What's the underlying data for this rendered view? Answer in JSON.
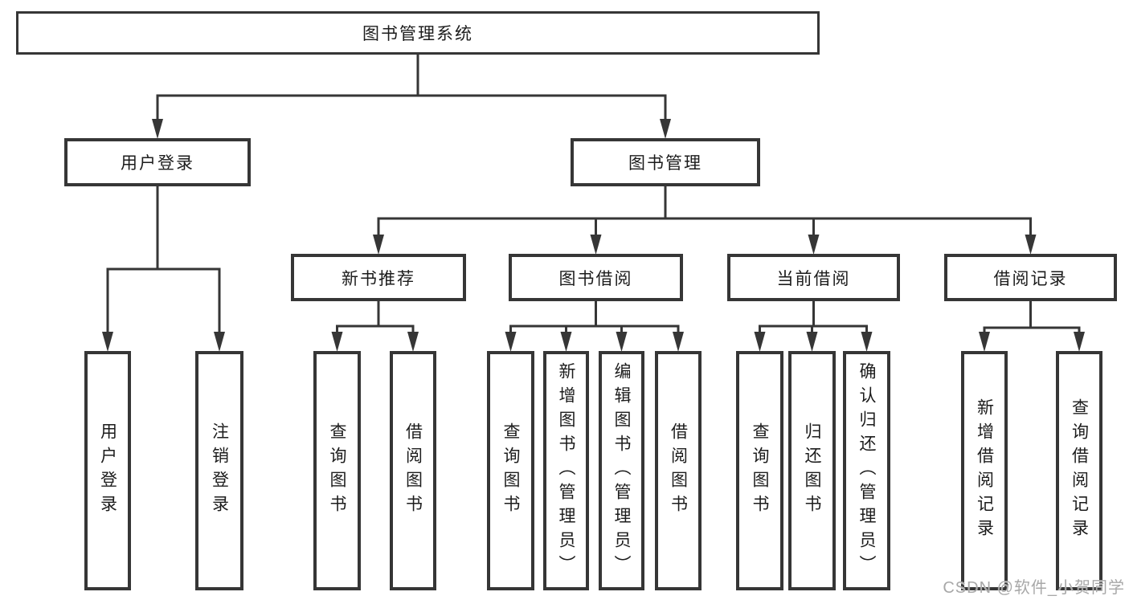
{
  "diagram": {
    "title": "图书管理系统",
    "nodes": [
      {
        "id": "root",
        "label": "图书管理系统",
        "parent": null,
        "vertical": false
      },
      {
        "id": "user-login-group",
        "label": "用户登录",
        "parent": "root",
        "vertical": false
      },
      {
        "id": "book-mgmt",
        "label": "图书管理",
        "parent": "root",
        "vertical": false
      },
      {
        "id": "new-book-rec",
        "label": "新书推荐",
        "parent": "book-mgmt",
        "vertical": false
      },
      {
        "id": "book-borrow",
        "label": "图书借阅",
        "parent": "book-mgmt",
        "vertical": false
      },
      {
        "id": "current-borrow",
        "label": "当前借阅",
        "parent": "book-mgmt",
        "vertical": false
      },
      {
        "id": "borrow-records",
        "label": "借阅记录",
        "parent": "book-mgmt",
        "vertical": false
      },
      {
        "id": "user-login",
        "label": "用户登录",
        "parent": "user-login-group",
        "vertical": true
      },
      {
        "id": "logout",
        "label": "注销登录",
        "parent": "user-login-group",
        "vertical": true
      },
      {
        "id": "nbr-query-books",
        "label": "查询图书",
        "parent": "new-book-rec",
        "vertical": true
      },
      {
        "id": "nbr-borrow-books",
        "label": "借阅图书",
        "parent": "new-book-rec",
        "vertical": true
      },
      {
        "id": "bb-query-books",
        "label": "查询图书",
        "parent": "book-borrow",
        "vertical": true
      },
      {
        "id": "bb-add-books",
        "label": "新增图书（管理员）",
        "parent": "book-borrow",
        "vertical": true
      },
      {
        "id": "bb-edit-books",
        "label": "编辑图书（管理员）",
        "parent": "book-borrow",
        "vertical": true
      },
      {
        "id": "bb-borrow-books",
        "label": "借阅图书",
        "parent": "book-borrow",
        "vertical": true
      },
      {
        "id": "cb-query-books",
        "label": "查询图书",
        "parent": "current-borrow",
        "vertical": true
      },
      {
        "id": "cb-return-books",
        "label": "归还图书",
        "parent": "current-borrow",
        "vertical": true
      },
      {
        "id": "cb-confirm-return",
        "label": "确认归还（管理员）",
        "parent": "current-borrow",
        "vertical": true
      },
      {
        "id": "br-add-record",
        "label": "新增借阅记录",
        "parent": "borrow-records",
        "vertical": true
      },
      {
        "id": "br-query-record",
        "label": "查询借阅记录",
        "parent": "borrow-records",
        "vertical": true
      }
    ],
    "colors": {
      "line": "#363636",
      "box_border": "#363636",
      "text": "#1c1c1c",
      "background": "#ffffff",
      "watermark": "#a8a8a8"
    }
  },
  "watermark": {
    "text": "CSDN @软件_小贺同学"
  }
}
